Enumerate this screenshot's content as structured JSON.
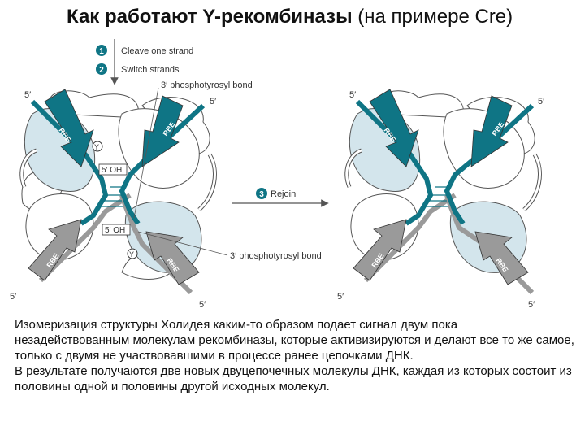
{
  "title": {
    "bold": "Как работают Y-рекомбиназы",
    "rest": " (на примере Cre)"
  },
  "diagram": {
    "steps": [
      {
        "number": "1",
        "label": "Cleave one strand"
      },
      {
        "number": "2",
        "label": "Switch strands"
      },
      {
        "number": "3",
        "label": "Rejoin"
      }
    ],
    "phosphotyrosyl_label": "3′ phosphotyrosyl bond",
    "five_prime": "5′",
    "five_oh": "5′ OH",
    "tyrosine": "Y",
    "rbe": "RBE",
    "colors": {
      "teal": "#0f7585",
      "gray": "#9a9a9a",
      "protein_fill": "#d3e5ec",
      "outline": "#555555"
    }
  },
  "caption": {
    "paragraph1": "Изомеризация структуры Холидея каким-то образом подает сигнал двум пока незадействованным молекулам рекомбиназы, которые активизируются и делают все то же самое, только  с двумя не участвовавшими в процессе ранее цепочками ДНК.",
    "paragraph2": "В результате получаются две новых двуцепочечных молекулы ДНК, каждая из которых состоит из половины одной и половины другой исходных молекул."
  }
}
